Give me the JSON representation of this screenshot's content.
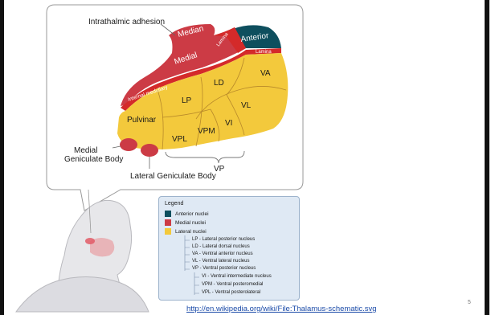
{
  "labels": {
    "intrathalmic_adhesion": "Intrathalmic adhesion",
    "median": "Median",
    "medial": "Medial",
    "lamina_top": "Lamina",
    "anterior": "Anterior",
    "lamina_right": "Lamina",
    "internal_medullary": "Internal medullary",
    "ld": "LD",
    "va": "VA",
    "lp": "LP",
    "vl": "VL",
    "pulvinar": "Pulvinar",
    "vi": "VI",
    "vpm": "VPM",
    "vpl": "VPL",
    "vp": "VP",
    "medial_geniculate_line1": "Medial",
    "medial_geniculate_line2": "Geniculate Body",
    "lateral_geniculate": "Lateral Geniculate Body"
  },
  "legend": {
    "title": "Legend",
    "entries": [
      {
        "label": "Anterior nuclei",
        "color": "#0e4f5e"
      },
      {
        "label": "Medial nuclei",
        "color": "#cc3b45"
      },
      {
        "label": "Lateral nuclei",
        "color": "#f3c93c"
      }
    ],
    "lateral_items": [
      "LP - Lateral posterior nucleus",
      "LD - Lateral dorsal nucleus",
      "VA - Ventral anterior nucleus",
      "VL - Ventral lateral nucleus",
      "VP - Ventral posterior nucleus"
    ],
    "vp_items": [
      "VI - Ventral intermediate nucleus",
      "VPM - Ventral posteromedial",
      "VPL - Ventral posterolateral"
    ]
  },
  "source_link": "http://en.wikipedia.org/wiki/File:Thalamus-schematic.svg",
  "page_number": "5",
  "colors": {
    "anterior": "#0e4f5e",
    "medial": "#cc3b45",
    "lateral": "#f3c93c",
    "lamina": "#d42a2a",
    "legend_bg": "#dfe9f4"
  }
}
